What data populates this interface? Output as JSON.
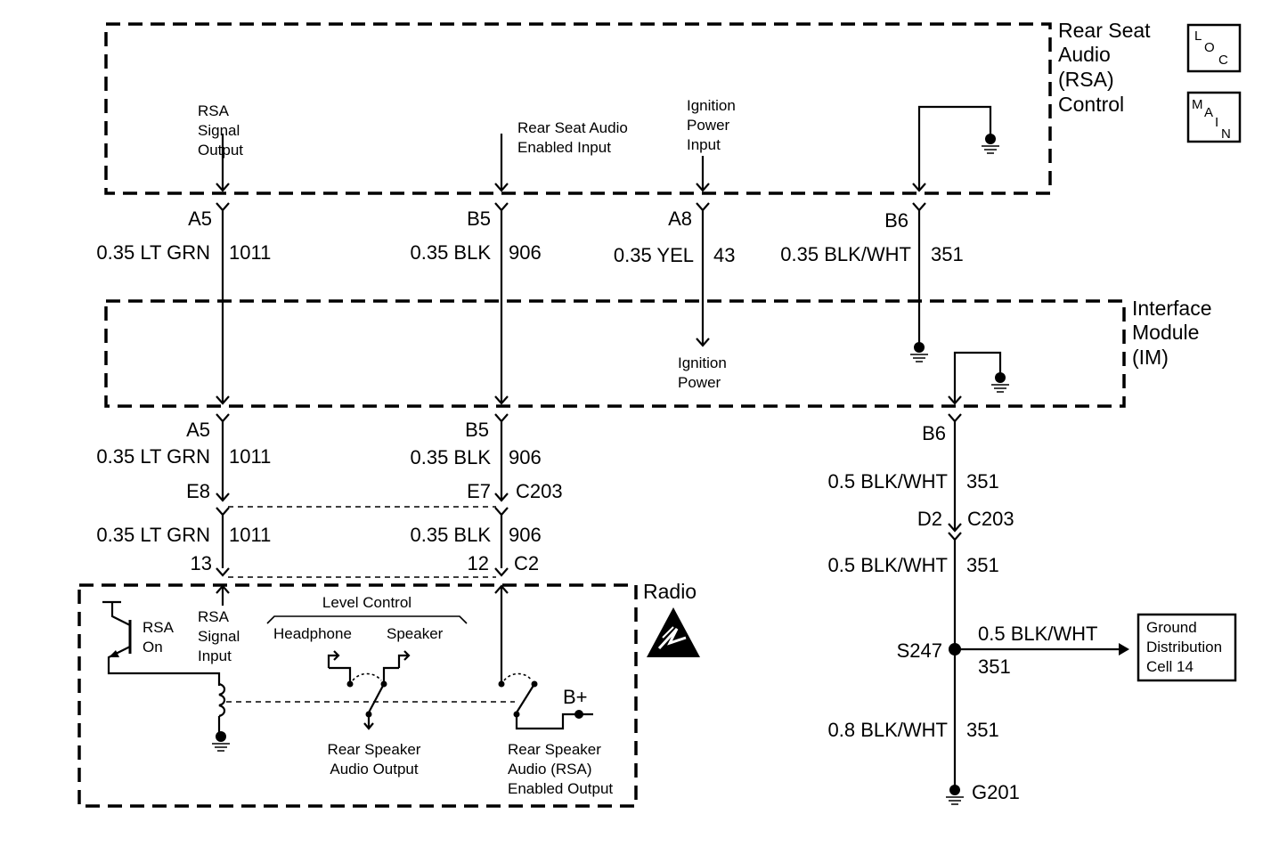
{
  "icons": {
    "loc": "loc-icon",
    "main": "main-icon",
    "esd": "esd-warning-icon"
  },
  "modules": {
    "rsa": {
      "line1": "Rear Seat",
      "line2": "Audio",
      "line3": "(RSA)",
      "line4": "Control"
    },
    "im": {
      "line1": "Interface",
      "line2": "Module",
      "line3": "(IM)"
    },
    "radio": {
      "name": "Radio"
    }
  },
  "rsa_labels": {
    "signal_output": [
      "RSA",
      "Signal",
      "Output"
    ],
    "enabled_input": [
      "Rear Seat Audio",
      "Enabled Input"
    ],
    "ign_input": [
      "Ignition",
      "Power",
      "Input"
    ]
  },
  "top_pins": {
    "a5": "A5",
    "b5": "B5",
    "a8": "A8",
    "b6": "B6"
  },
  "top_wires": {
    "w1011": {
      "color": "0.35 LT GRN",
      "circuit": "1011"
    },
    "w906": {
      "color": "0.35 BLK",
      "circuit": "906"
    },
    "w43": {
      "color": "0.35 YEL",
      "circuit": "43"
    },
    "w351": {
      "color": "0.35 BLK/WHT",
      "circuit": "351"
    }
  },
  "im_labels": {
    "ign_power": [
      "Ignition",
      "Power"
    ]
  },
  "im_pins": {
    "a5": "A5",
    "b5": "B5",
    "b6": "B6"
  },
  "mid_wires": {
    "w1011": {
      "color": "0.35 LT GRN",
      "circuit": "1011"
    },
    "w906": {
      "color": "0.35 BLK",
      "circuit": "906"
    },
    "w351a": {
      "color": "0.5 BLK/WHT",
      "circuit": "351"
    }
  },
  "c203": {
    "pin_e8": "E8",
    "pin_e7": "E7",
    "name": "C203",
    "pin_d2": "D2",
    "name_right": "C203"
  },
  "low_wires": {
    "w1011": {
      "color": "0.35 LT GRN",
      "circuit": "1011"
    },
    "w906": {
      "color": "0.35 BLK",
      "circuit": "906"
    },
    "w351b": {
      "color": "0.5 BLK/WHT",
      "circuit": "351"
    }
  },
  "c2": {
    "pin13": "13",
    "pin12": "12",
    "name": "C2"
  },
  "radio_labels": {
    "rsa_on": [
      "RSA",
      "On"
    ],
    "signal_input": [
      "RSA",
      "Signal",
      "Input"
    ],
    "level_control": "Level Control",
    "headphone": "Headphone",
    "speaker": "Speaker",
    "rear_spk_out": [
      "Rear Speaker",
      "Audio Output"
    ],
    "rsa_enabled_out": [
      "Rear Speaker",
      "Audio (RSA)",
      "Enabled Output"
    ],
    "bplus": "B+"
  },
  "splice": {
    "name": "S247",
    "branch_color": "0.5 BLK/WHT",
    "branch_circuit": "351",
    "ref": [
      "Ground",
      "Distribution",
      "Cell 14"
    ]
  },
  "ground_wire": {
    "color": "0.8 BLK/WHT",
    "circuit": "351"
  },
  "ground": {
    "name": "G201"
  }
}
